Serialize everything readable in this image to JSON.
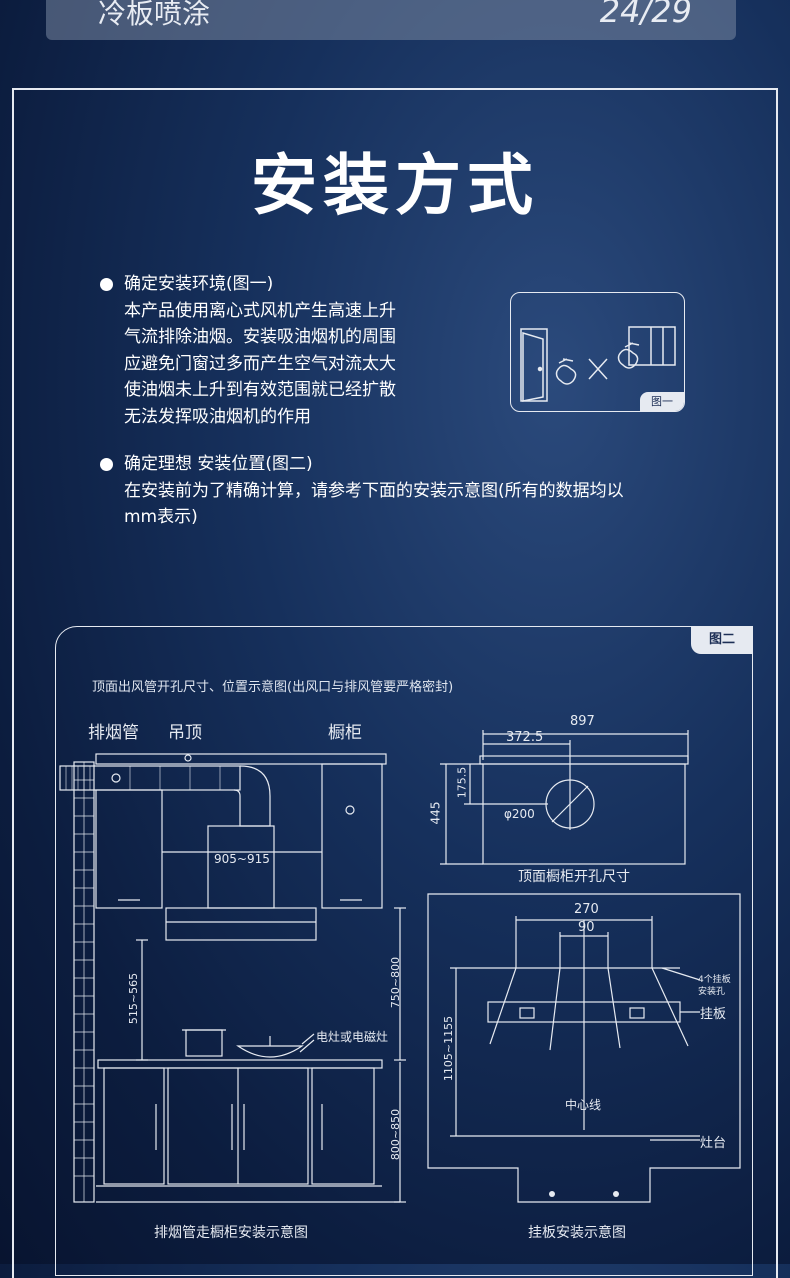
{
  "header": {
    "left_text": "冷板喷涂",
    "page_indicator": "24/29"
  },
  "section_title": "安装方式",
  "bullet1": {
    "heading": "确定安装环境(图一)",
    "lines": [
      "本产品使用离心式风机产生高速上升",
      "气流排除油烟。安装吸油烟机的周围",
      "应避免门窗过多而产生空气对流太大",
      "使油烟未上升到有效范围就已经扩散",
      "无法发挥吸油烟机的作用"
    ]
  },
  "figure1_tag": "图一",
  "bullet2": {
    "heading": "确定理想 安装位置(图二)",
    "lines": [
      "在安装前为了精确计算，请参考下面的安装示意图(所有的数据均以",
      "mm表示)"
    ]
  },
  "figure2": {
    "tag": "图二",
    "note": "顶面出风管开孔尺寸、位置示意图(出风口与排风管要严格密封)",
    "left": {
      "label_duct": "排烟管",
      "label_ceiling": "吊顶",
      "label_cabinet": "橱柜",
      "dim_width": "905~915",
      "dim_hood_height": "515~565",
      "dim_stove_height": "750~800",
      "dim_counter_height": "800~850",
      "label_stove": "电灶或电磁灶",
      "caption": "排烟管走橱柜安装示意图"
    },
    "top_right": {
      "dim_total": "897",
      "dim_offset": "372.5",
      "dim_depth": "445",
      "dim_hole_y": "175.5",
      "dim_hole_d": "φ200",
      "caption": "顶面橱柜开孔尺寸"
    },
    "bottom_right": {
      "dim_outer": "270",
      "dim_inner": "90",
      "label_holes_1": "4个挂板",
      "label_holes_2": "安装孔",
      "label_plate": "挂板",
      "dim_height": "1105~1155",
      "label_center": "中心线",
      "label_stove": "灶台",
      "caption": "挂板安装示意图"
    }
  },
  "colors": {
    "background": "#0c1d3f",
    "line": "#e6eaf1"
  }
}
